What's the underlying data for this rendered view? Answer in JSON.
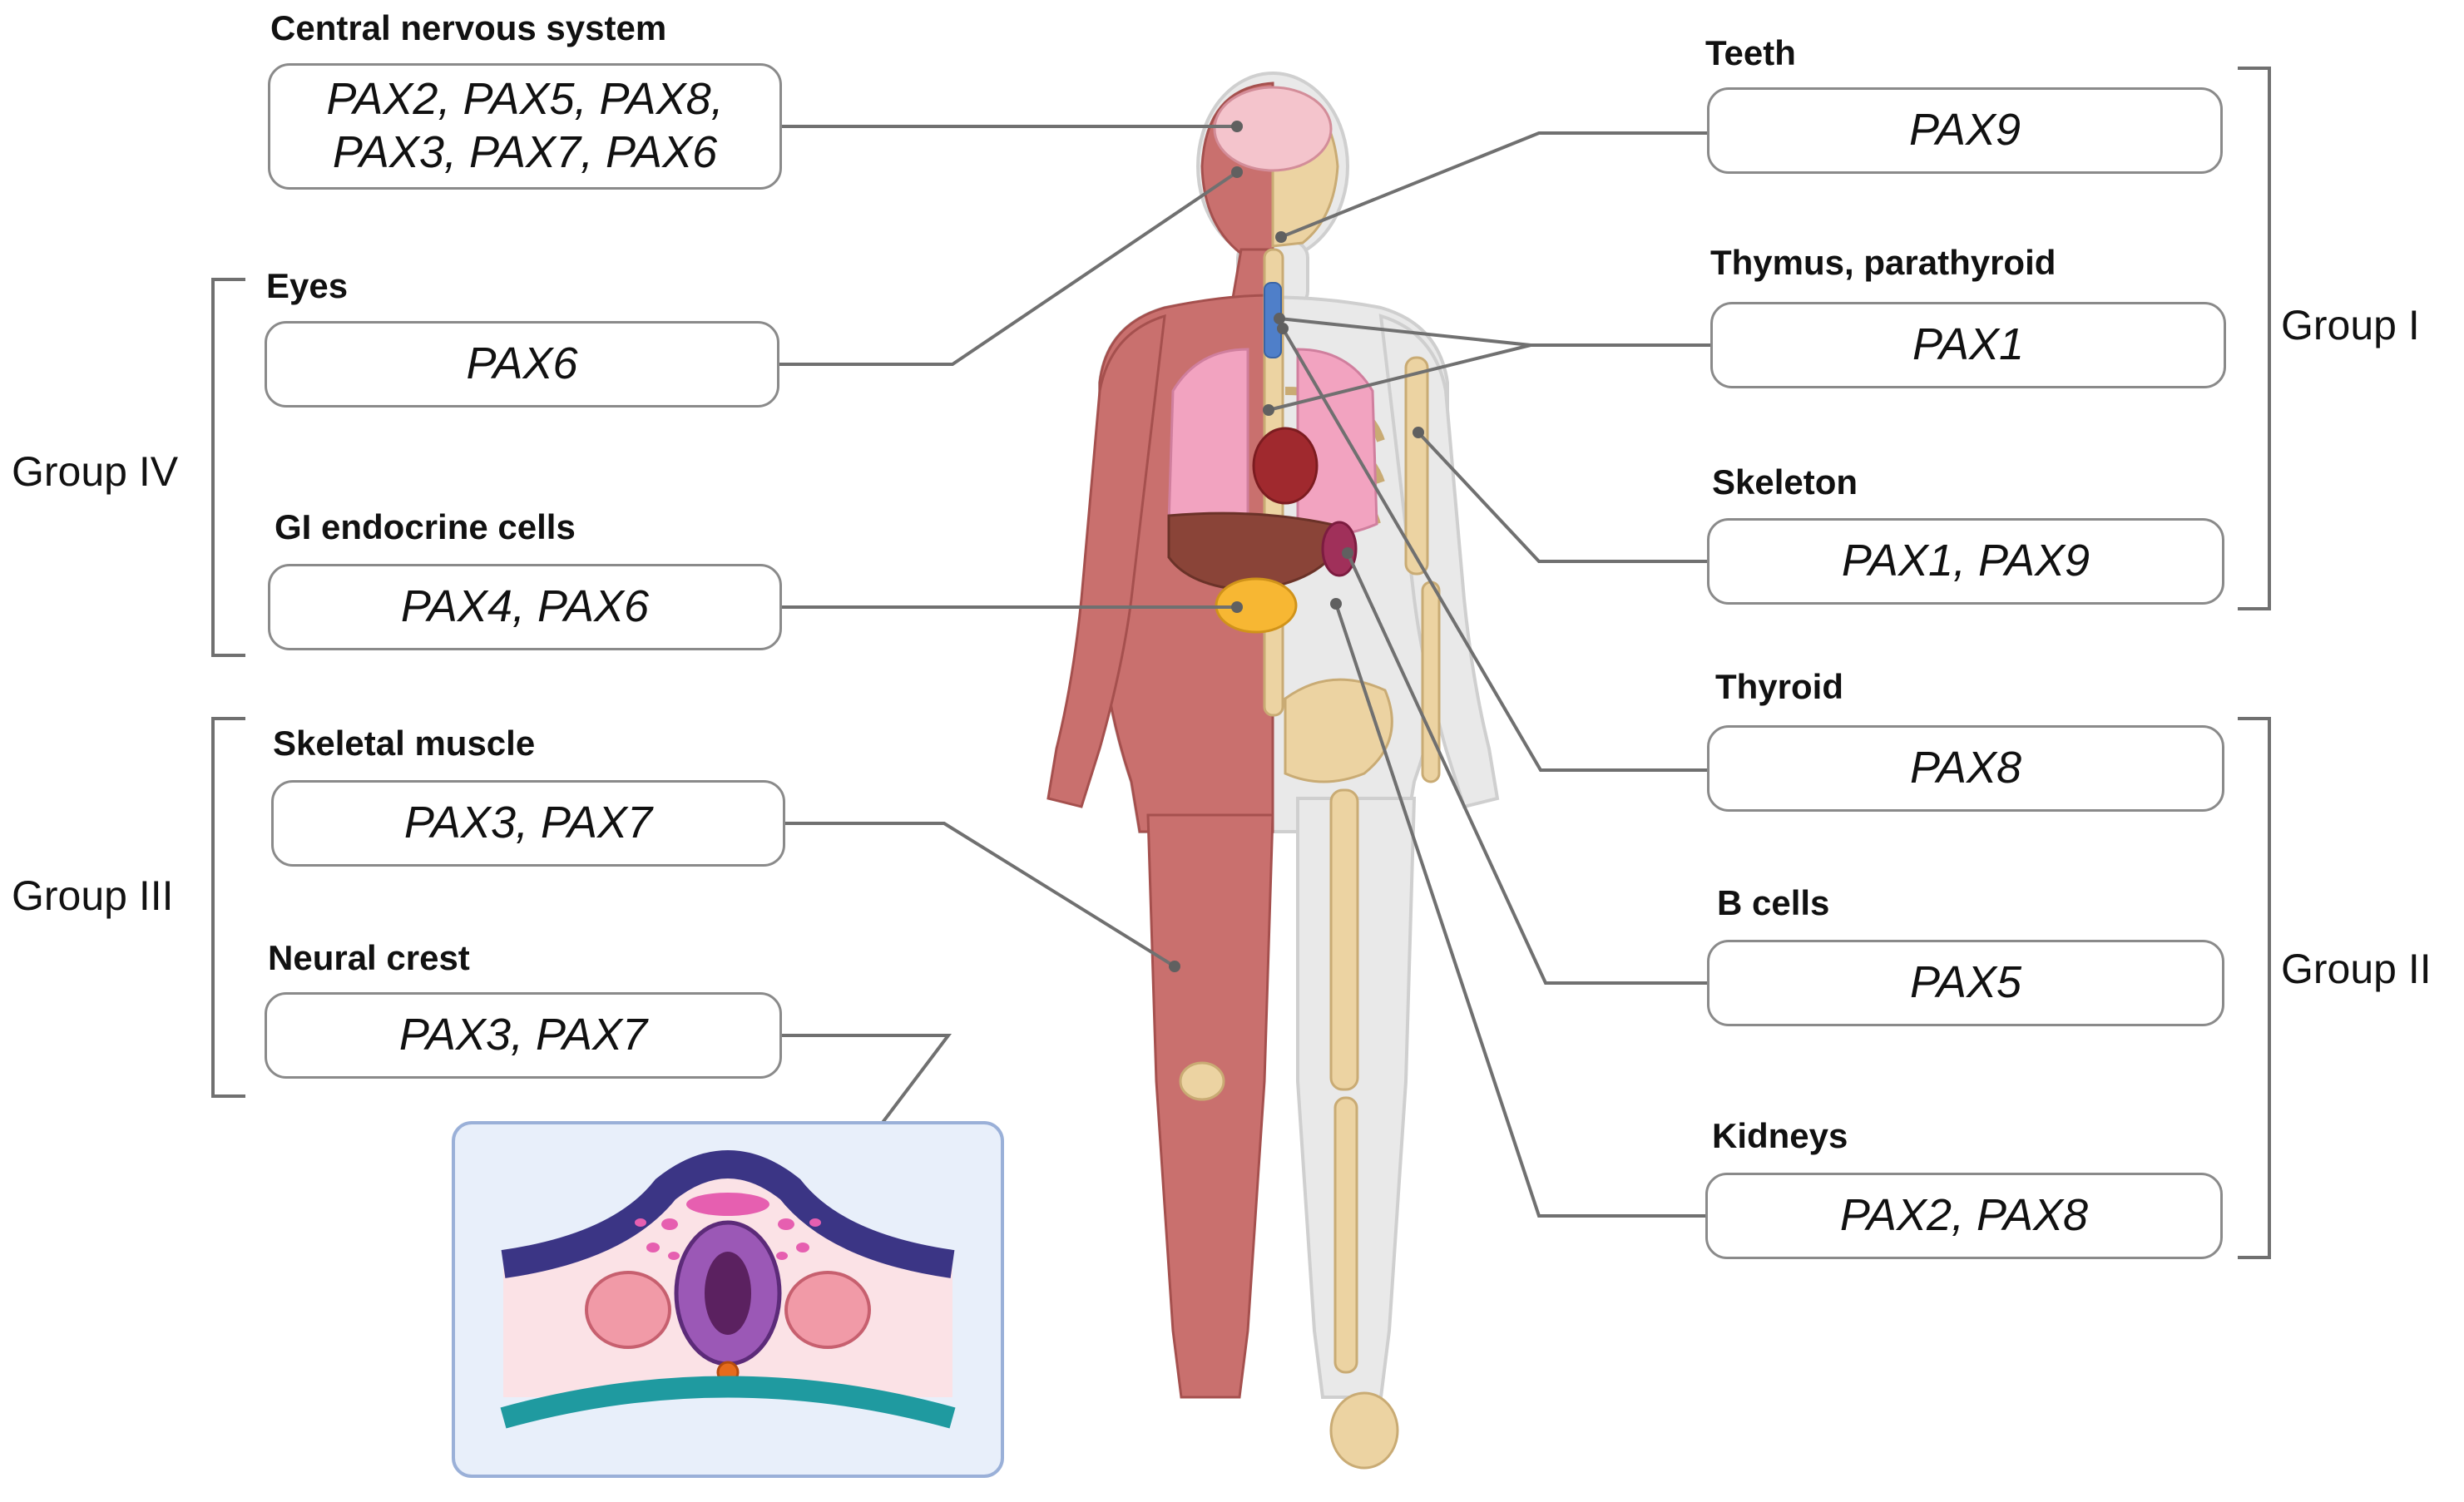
{
  "groups": {
    "group1": "Group I",
    "group2": "Group II",
    "group3": "Group III",
    "group4": "Group IV"
  },
  "left": {
    "cns": {
      "label": "Central nervous system",
      "genes_line1": "PAX2, PAX5, PAX8,",
      "genes_line2": "PAX3, PAX7, PAX6"
    },
    "eyes": {
      "label": "Eyes",
      "genes": "PAX6"
    },
    "gi": {
      "label": "GI endocrine cells",
      "genes": "PAX4, PAX6"
    },
    "muscle": {
      "label": "Skeletal muscle",
      "genes": "PAX3, PAX7"
    },
    "crest": {
      "label": "Neural crest",
      "genes": "PAX3, PAX7"
    }
  },
  "right": {
    "teeth": {
      "label": "Teeth",
      "genes": "PAX9"
    },
    "thymus": {
      "label": "Thymus, parathyroid",
      "genes": "PAX1"
    },
    "skeleton": {
      "label": "Skeleton",
      "genes": "PAX1, PAX9"
    },
    "thyroid": {
      "label": "Thyroid",
      "genes": "PAX8"
    },
    "bcells": {
      "label": "B cells",
      "genes": "PAX5"
    },
    "kidneys": {
      "label": "Kidneys",
      "genes": "PAX2, PAX8"
    }
  },
  "colors": {
    "line": "#707070",
    "muscle": "#c9706e",
    "bone": "#ecd3a2",
    "skin": "#e6e6e6",
    "inset_bg": "#e8effa",
    "inset_border": "#9ab0d8"
  }
}
